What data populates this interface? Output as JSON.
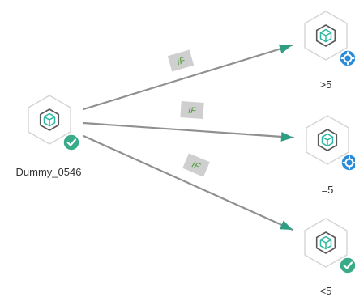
{
  "nodes": [
    {
      "id": "source",
      "label": "Dummy_0546",
      "icon": "cube-icon",
      "status": "success"
    },
    {
      "id": "gt",
      "label": ">5",
      "icon": "cube-icon",
      "status": "running"
    },
    {
      "id": "eq",
      "label": "=5",
      "icon": "cube-icon",
      "status": "running"
    },
    {
      "id": "lt",
      "label": "<5",
      "icon": "cube-icon",
      "status": "success"
    }
  ],
  "edges": [
    {
      "from": "source",
      "to": "gt",
      "label": "IF"
    },
    {
      "from": "source",
      "to": "eq",
      "label": "IF"
    },
    {
      "from": "source",
      "to": "lt",
      "label": "IF"
    }
  ],
  "colors": {
    "edge": "#909090",
    "arrow": "#2e9e83",
    "success_badge": "#3aab88",
    "running_badge": "#2a8bd8",
    "tag_fill": "#cfcfcf",
    "tag_text": "#4c9a3a",
    "node_border": "#d4d4d4",
    "cube_outer": "#5a5a5a",
    "cube_inner": "#2fb8a3"
  }
}
